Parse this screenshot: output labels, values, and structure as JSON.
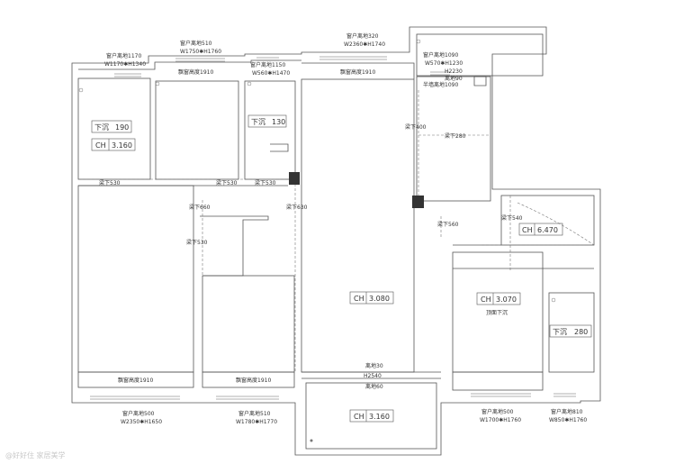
{
  "window_labels": {
    "w1_title": "窗户离地1170",
    "w1_dim": "W1170✱H1340",
    "w2_title": "窗户离地510",
    "w2_dim": "W1750✱H1760",
    "w3_title": "窗户离地1150",
    "w3_dim": "W560✱H1470",
    "w4_title": "窗户离地320",
    "w4_dim": "W2360✱H1740",
    "w5_title": "窗户离地1090",
    "w5_dim": "W570✱H1230",
    "w5_extra1": "H2230",
    "w5_extra2": "离地90",
    "w5_extra3": "半墙离地1090",
    "w6_title": "窗户离地500",
    "w6_dim": "W2350✱H1650",
    "w7_title": "窗户离地510",
    "w7_dim": "W1780✱H1770",
    "w8_title": "窗户离地500",
    "w8_dim": "W1700✱H1760",
    "w9_title": "窗户离地810",
    "w9_dim": "W850✱H1760"
  },
  "bay_labels": {
    "bay1": "飘窗高度1910",
    "bay2": "飘窗高度1910",
    "bay3": "飘窗高度1910",
    "bay4": "飘窗高度1910"
  },
  "beam_labels": {
    "b1": "梁下530",
    "b2": "梁下530",
    "b3": "梁下530",
    "b4": "梁下660",
    "b5": "梁下630",
    "b6": "梁下530",
    "b7": "梁下400",
    "b8": "梁下280",
    "b9": "梁下560",
    "b10": "梁下540"
  },
  "room_tags": {
    "sink1_label": "下沉",
    "sink1_value": "190",
    "sink2_label": "下沉",
    "sink2_value": "130",
    "sink3_label": "下沉",
    "sink3_value": "280",
    "ch1_label": "CH",
    "ch1_value": "3.160",
    "ch2_label": "CH",
    "ch2_value": "3.080",
    "ch3_label": "CH",
    "ch3_value": "3.070",
    "ch4_label": "CH",
    "ch4_value": "6.470",
    "ch5_label": "CH",
    "ch5_value": "3.160",
    "ceiling_note": "顶面下沉"
  },
  "balcony_labels": {
    "top": "离地30",
    "mid": "H2540",
    "bottom": "离地60"
  },
  "watermark": "@好好住 家居美学"
}
